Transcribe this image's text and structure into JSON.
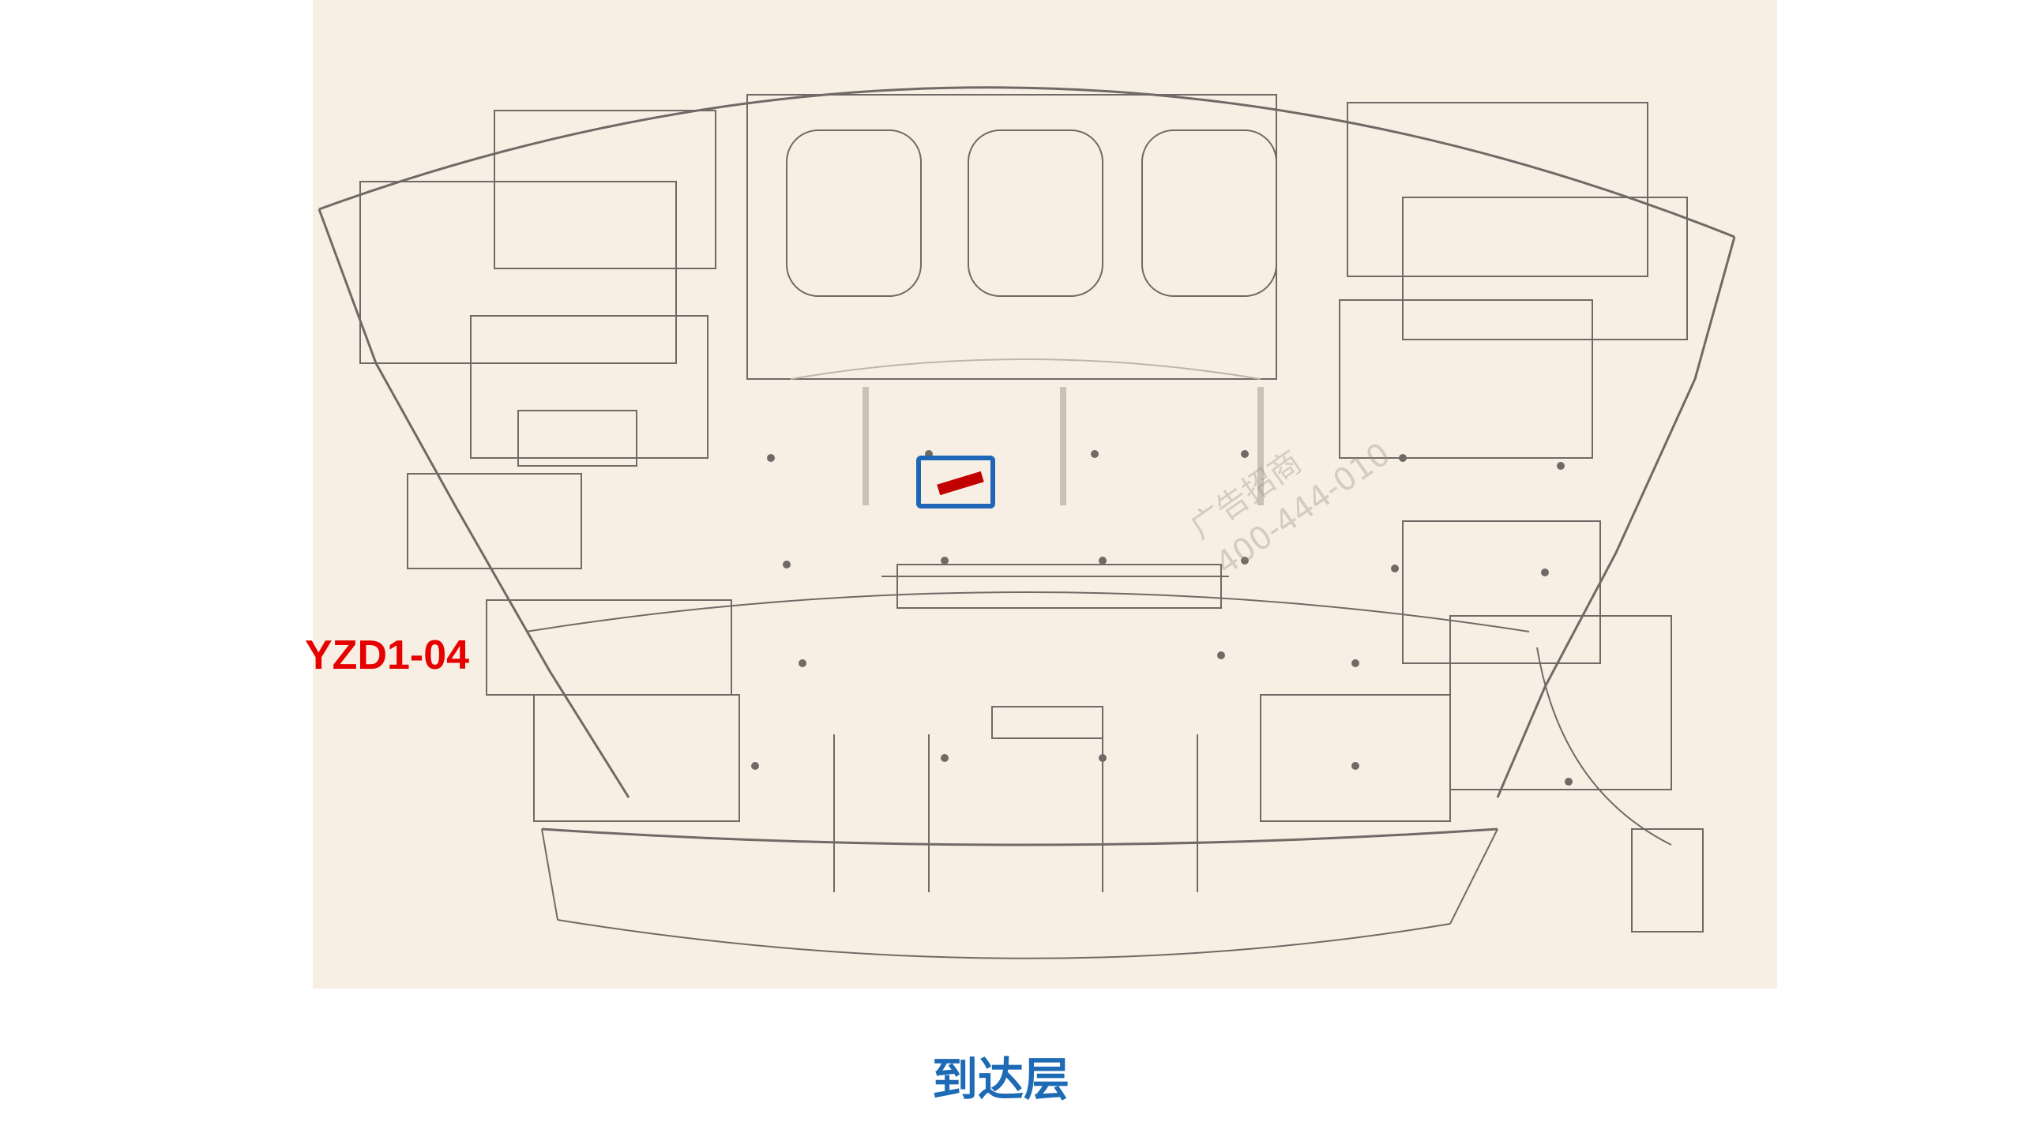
{
  "floor_plan": {
    "title": "到达层",
    "marker_code": "YZD1-04",
    "watermark_line1": "广告招商",
    "watermark_line2": "400-444-010"
  },
  "colors": {
    "background": "#f8efe4",
    "marker_frame": "#1f66b8",
    "marker_bar": "#c20000",
    "code_text": "#e60000",
    "title_text": "#1d6ab5"
  }
}
